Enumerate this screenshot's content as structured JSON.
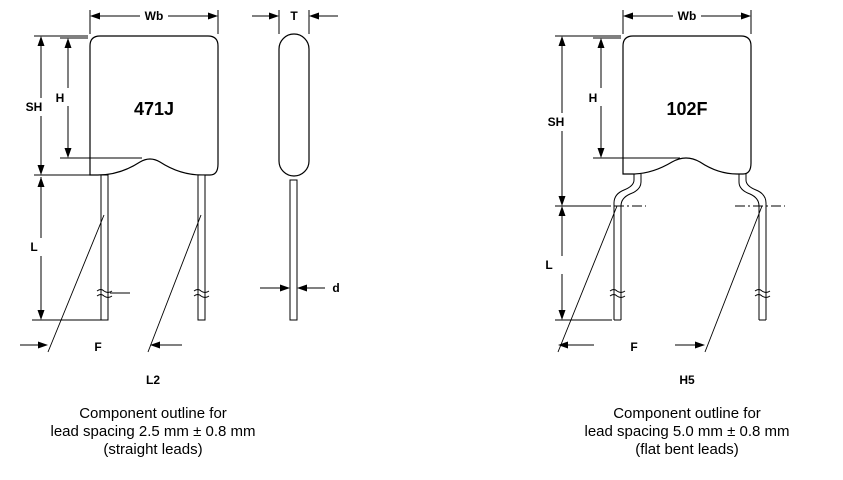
{
  "left_figure": {
    "marking": "471J",
    "dims": {
      "wb": "Wb",
      "t": "T",
      "sh": "SH",
      "h": "H",
      "l": "L",
      "f": "F",
      "d": "d"
    },
    "label": "L2",
    "caption": [
      "Component outline for",
      "lead spacing 2.5 mm ± 0.8 mm",
      "(straight leads)"
    ]
  },
  "right_figure": {
    "marking": "102F",
    "dims": {
      "wb": "Wb",
      "sh": "SH",
      "h": "H",
      "l": "L",
      "f": "F"
    },
    "label": "H5",
    "caption": [
      "Component outline for",
      "lead spacing 5.0 mm ± 0.8 mm",
      "(flat bent leads)"
    ]
  }
}
